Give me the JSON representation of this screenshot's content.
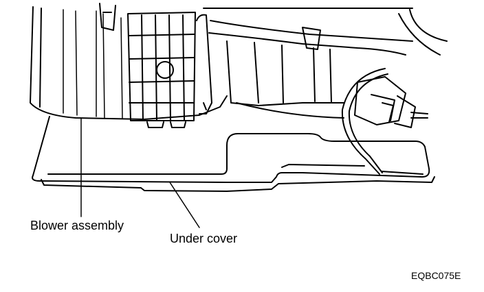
{
  "labels": {
    "blower_assembly": "Blower assembly",
    "under_cover": "Under cover"
  },
  "figure_code": "EQBC075E",
  "colors": {
    "line": "#000000",
    "background": "#ffffff"
  }
}
